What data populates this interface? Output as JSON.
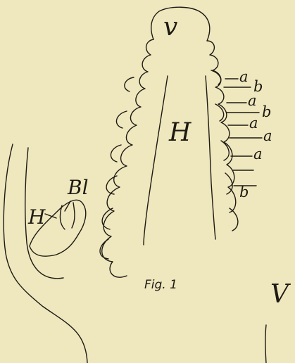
{
  "figure": {
    "caption": "Fig. 1",
    "labels": {
      "tip": "v",
      "main_core": "H",
      "bud_core": "H",
      "bud_label": "Bl",
      "edge_mark": "V"
    },
    "side_labels": [
      "a",
      "b",
      "a",
      "b",
      "a",
      "a",
      "a",
      "b"
    ]
  },
  "colors": {
    "paper": "#efe7bd",
    "ink": "#1d1a14"
  }
}
